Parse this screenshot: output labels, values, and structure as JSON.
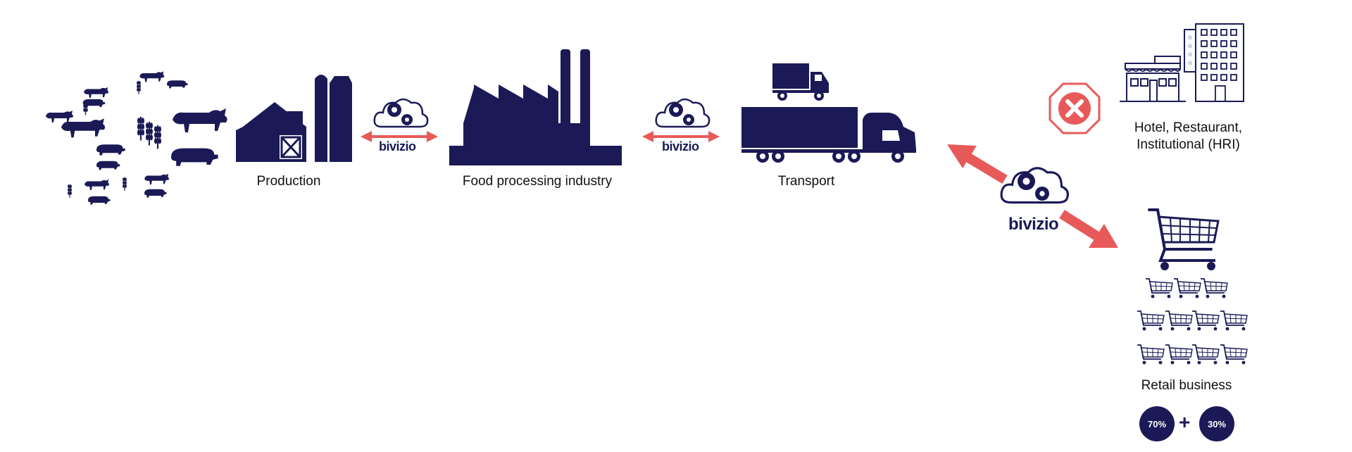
{
  "colors": {
    "navy": "#1b1a57",
    "coral": "#e85a5a",
    "text": "#111111"
  },
  "brand": {
    "name": "bivizio"
  },
  "stages": {
    "production": {
      "label": "Production",
      "icon": "livestock-farm-icon"
    },
    "processing": {
      "label": "Food processing industry",
      "icon": "factory-icon"
    },
    "transport": {
      "label": "Transport",
      "icon": "truck-icon"
    },
    "hri": {
      "label": "Hotel, Restaurant, Institutional (HRI)",
      "icon": "hotel-restaurant-icon",
      "status": "x-mark-icon"
    },
    "retail": {
      "label": "Retail business",
      "icon": "shopping-cart-icon"
    }
  },
  "retail_split": {
    "left": "70%",
    "plus": "+",
    "right": "30%"
  }
}
